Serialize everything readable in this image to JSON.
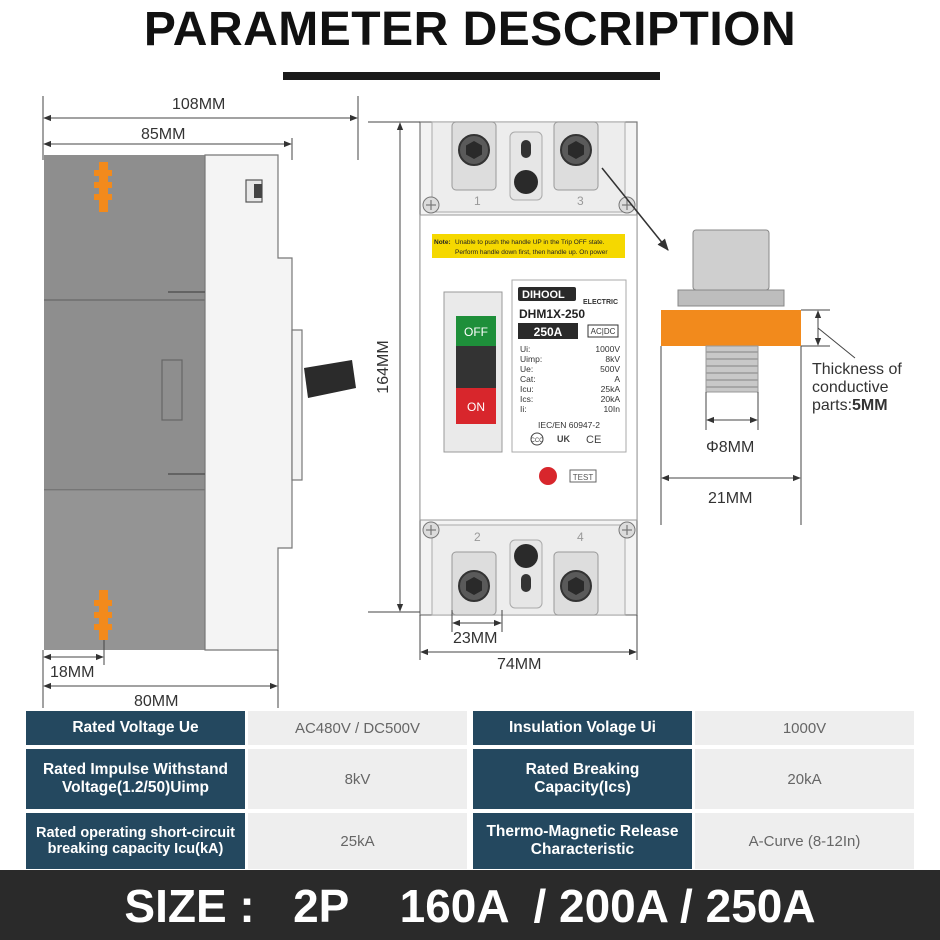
{
  "header": {
    "title": "PARAMETER DESCRIPTION"
  },
  "dimensions": {
    "total_depth": "108MM",
    "body_depth": "85MM",
    "height": "164MM",
    "terminal_pitch": "23MM",
    "width": "74MM",
    "base_offset": "18MM",
    "base_depth": "80MM",
    "screw_diameter": "Φ8MM",
    "terminal_width": "21MM"
  },
  "conductive": {
    "line1": "Thickness of",
    "line2": "conductive",
    "line3_prefix": "parts:",
    "line3_value": "5MM"
  },
  "breaker": {
    "note_label": "Note:",
    "note_line1": "Unable to push the handle UP in the Trip OFF state.",
    "note_line2": "Perform handle down first, then handle up. On power",
    "brand": "DIHOOL",
    "brand_sub": "ELECTRIC",
    "model": "DHM1X-250",
    "rating": "250A",
    "acdc": "AC|DC",
    "off_label": "OFF",
    "on_label": "ON",
    "specs": [
      {
        "k": "Ui:",
        "v": "1000V"
      },
      {
        "k": "Uimp:",
        "v": "8kV"
      },
      {
        "k": "Ue:",
        "v": "500V"
      },
      {
        "k": "Cat:",
        "v": "A"
      },
      {
        "k": "Icu:",
        "v": "25kA"
      },
      {
        "k": "Ics:",
        "v": "20kA"
      },
      {
        "k": "Ii:",
        "v": "10In"
      }
    ],
    "standard": "IEC/EN 60947-2",
    "test_label": "TEST",
    "terminals": [
      "1",
      "3",
      "2",
      "4"
    ]
  },
  "specs_table": [
    {
      "label": "Rated Voltage Ue",
      "value": "AC480V / DC500V"
    },
    {
      "label": "Insulation Volage Ui",
      "value": "1000V"
    },
    {
      "label": "Rated Impulse Withstand Voltage(1.2/50)Uimp",
      "value": "8kV"
    },
    {
      "label": "Rated Breaking Capacity(Ics)",
      "value": "20kA"
    },
    {
      "label": "Rated operating short-circuit breaking capacity Icu(kA)",
      "value": "25kA"
    },
    {
      "label": "Thermo-Magnetic Release Characteristic",
      "value": "A-Curve (8-12In)"
    }
  ],
  "footer": {
    "size_text": "SIZE :   2P    160A  / 200A / 250A"
  }
}
